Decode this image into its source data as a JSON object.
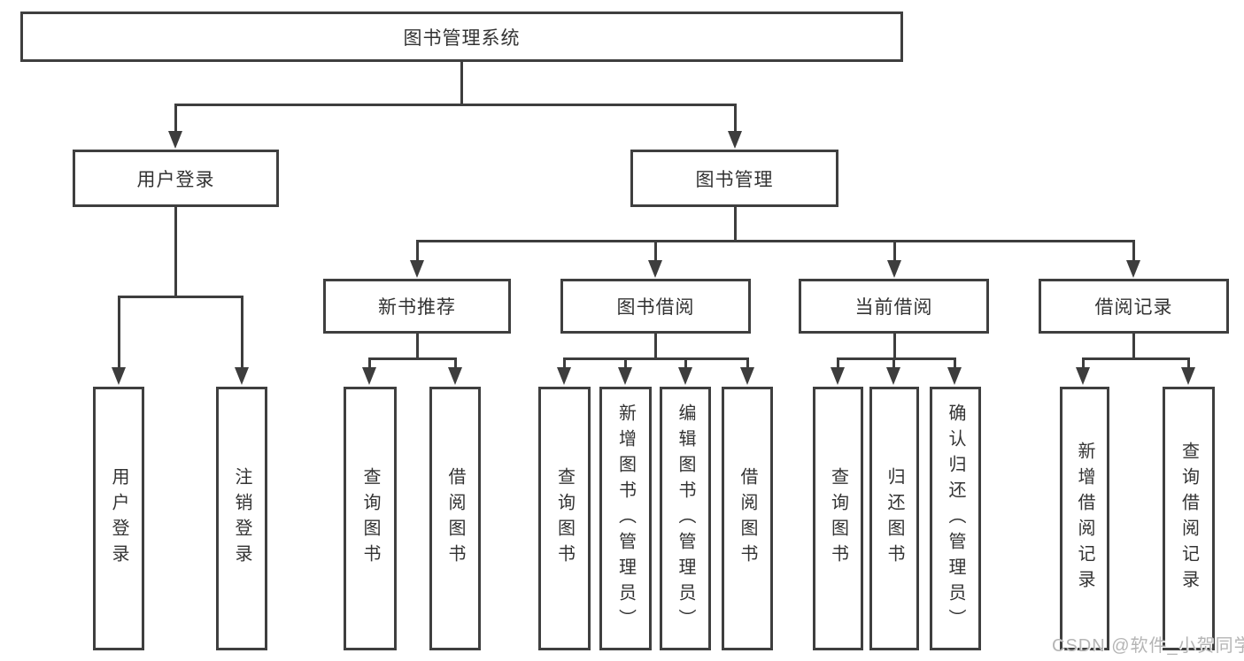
{
  "tree": {
    "label": "图书管理系统",
    "children": [
      {
        "label": "用户登录",
        "children": [
          {
            "label": "用户登录"
          },
          {
            "label": "注销登录"
          }
        ]
      },
      {
        "label": "图书管理",
        "children": [
          {
            "label": "新书推荐",
            "children": [
              {
                "label": "查询图书"
              },
              {
                "label": "借阅图书"
              }
            ]
          },
          {
            "label": "图书借阅",
            "children": [
              {
                "label": "查询图书"
              },
              {
                "label": "新增图书（管理员）"
              },
              {
                "label": "编辑图书（管理员）"
              },
              {
                "label": "借阅图书"
              }
            ]
          },
          {
            "label": "当前借阅",
            "children": [
              {
                "label": "查询图书"
              },
              {
                "label": "归还图书"
              },
              {
                "label": "确认归还（管理员）"
              }
            ]
          },
          {
            "label": "借阅记录",
            "children": [
              {
                "label": "新增借阅记录"
              },
              {
                "label": "查询借阅记录"
              }
            ]
          }
        ]
      }
    ]
  },
  "watermark": {
    "text": "CSDN @软件_小贺同学"
  },
  "colors": {
    "line": "#3d3d3d",
    "box_border": "#3f3f3f",
    "text": "#333333",
    "watermark": "#b5b5b5",
    "background": "#ffffff"
  }
}
